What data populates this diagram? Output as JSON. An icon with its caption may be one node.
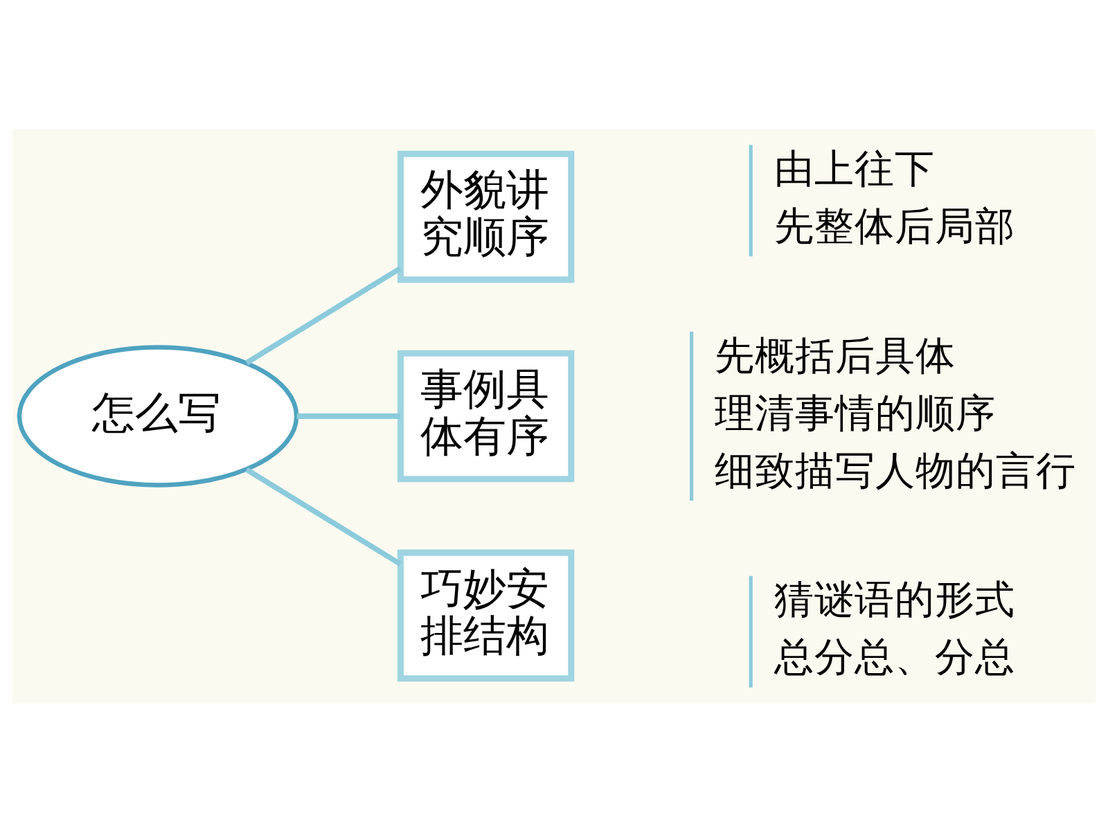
{
  "diagram": {
    "nodes": [
      {
        "text": [
          "怎么写"
        ]
      },
      {
        "text": [
          "外貌讲究顺序"
        ],
        "beside": [
          "由上往下",
          "先整体后局部"
        ]
      },
      {
        "text": [
          "事例具体有序"
        ],
        "beside": [
          "先概括后具体",
          "理清事情的顺序",
          "细致描写人物的言行"
        ]
      },
      {
        "text": [
          "巧妙安排结构"
        ],
        "beside": [
          "猜谜语的形式",
          "总分总、分总"
        ]
      }
    ],
    "edges": [
      {
        "from": 0,
        "to": 1,
        "arrow": "none"
      },
      {
        "from": 0,
        "to": 2,
        "arrow": "none"
      },
      {
        "from": 0,
        "to": 3,
        "arrow": "none"
      }
    ]
  }
}
